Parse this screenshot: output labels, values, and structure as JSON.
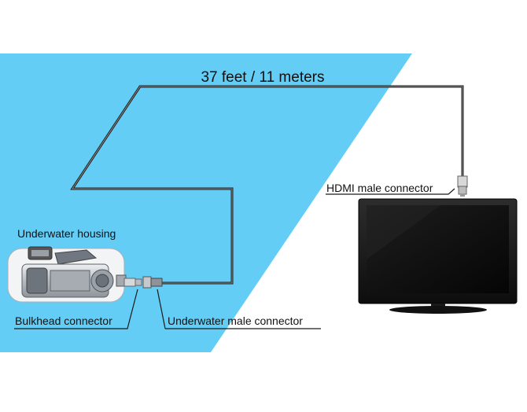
{
  "labels": {
    "cable_length": "37 feet / 11 meters",
    "hdmi_connector": "HDMI male connector",
    "housing": "Underwater housing",
    "bulkhead": "Bulkhead connector",
    "underwater_male": "Underwater male connector"
  },
  "colors": {
    "water": "#64CDF5",
    "cable": "#2b2b2b",
    "tv_body": "#1c1c1c",
    "tv_screen": "#0a0a0a",
    "housing": "#c9ccd0"
  }
}
